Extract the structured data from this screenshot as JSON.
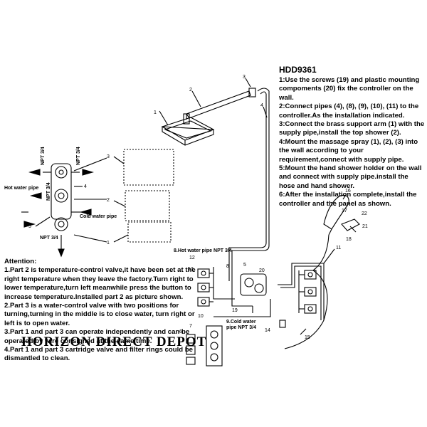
{
  "model": "HDD9361",
  "instructions": [
    "1:Use the screws (19) and plastic mounting compoments (20) fix the controller on the wall.",
    "2:Connect pipes (4), (8), (9), (10), (11) to the controller.As the installation indicated.",
    "3:Connect the brass support arm (1) with the supply pipe,install the top shower (2).",
    "4:Mount the massage spray (1), (2), (3) into the wall according to your requirement,connect with supply pipe.",
    "5:Mount the hand shower holder on the wall and connect with supply pipe.install the hose and hand shower.",
    "6:After the installation complete,install the controller and the panel as shown."
  ],
  "attention": {
    "title": "Attention:",
    "items": [
      "1.Part 2 is temperature-control valve,it have been set at the right temperature when they leave the factory.Turn right to lower temperature,turn left meanwhile press the button to increase temperature.Installed part 2 as picture shown.",
      "2.Part 3 is a water-control valve with two positions for turning,turning in the middle is to close water, turn right or left is to open water.",
      "3.Part 1 and part 3 can operate independently and can be operated by wire consigned at the same time.",
      "4.Part 1 and part 3 cartridge valve and filter rings could be dismantled to clean."
    ]
  },
  "watermark": "HORIZON DIRECT DEPOT",
  "labels": {
    "npt_top_left": "NPT 3/4",
    "npt_top_right": "NPT 3/4",
    "npt_mid": "NPT 3/4",
    "npt_bottom": "NPT 3/4",
    "hot_water_pipe": "Hot water pipe",
    "cold_water_pipe": "Cold water pipe",
    "hot_pipe_8": "8.Hot water pipe NPT 3/4",
    "cold_pipe_9_a": "9.Cold water",
    "cold_pipe_9_b": "pipe NPT 3/4"
  },
  "part_numbers": [
    "1",
    "2",
    "3",
    "4",
    "5",
    "6",
    "7",
    "8",
    "10",
    "11",
    "12",
    "13",
    "14",
    "15",
    "16",
    "17",
    "18",
    "19",
    "20",
    "21",
    "22"
  ],
  "valve_callouts": [
    "3",
    "4",
    "2",
    "5",
    "1"
  ]
}
